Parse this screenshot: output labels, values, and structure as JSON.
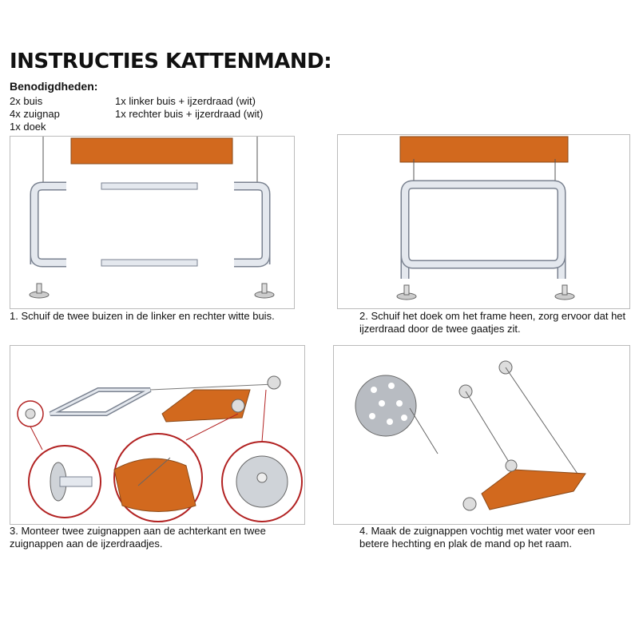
{
  "title": "INSTRUCTIES KATTENMAND:",
  "supplies": {
    "heading": "Benodigdheden:",
    "left": [
      "2x buis",
      "4x zuignap",
      "1x doek"
    ],
    "right": [
      "1x linker buis + ijzerdraad (wit)",
      "1x rechter buis + ijzerdraad (wit)"
    ]
  },
  "steps": [
    {
      "caption": "1. Schuif de twee buizen in de linker en rechter witte buis."
    },
    {
      "caption": "2. Schuif het doek om het frame heen, zorg ervoor dat het ijzerdraad door de twee gaatjes zit."
    },
    {
      "caption": "3. Monteer twee zuignappen aan de achterkant en twee zuignappen aan de ijzerdraadjes."
    },
    {
      "caption": "4. Maak de zuignappen vochtig met water voor een betere hechting en plak de mand op het raam."
    }
  ],
  "colors": {
    "fabric": "#d2691e",
    "tube": "#e4e8ee",
    "tube_edge": "#7a8290",
    "callout": "#b22222"
  }
}
